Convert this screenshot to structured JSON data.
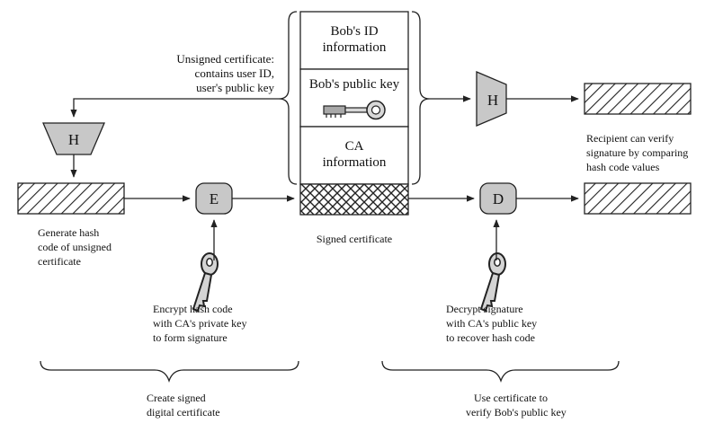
{
  "certificate": {
    "id_info": [
      "Bob's ID",
      "information"
    ],
    "public_key": "Bob's public key",
    "ca_info": [
      "CA",
      "information"
    ],
    "signed_label": "Signed certificate"
  },
  "unsigned_label": [
    "Unsigned certificate:",
    "contains user ID,",
    "user's public key"
  ],
  "hash_ops": {
    "left": "H",
    "right": "H"
  },
  "encrypt_op": "E",
  "decrypt_op": "D",
  "generate_label": [
    "Generate hash",
    "code of unsigned",
    "certificate"
  ],
  "encrypt_label": [
    "Encrypt hash code",
    "with CA's private key",
    "to form signature"
  ],
  "decrypt_label": [
    "Decrypt signature",
    "with CA's public key",
    "to recover hash code"
  ],
  "verify_label": [
    "Recipient can verify",
    "signature by comparing",
    "hash code values"
  ],
  "create_label": [
    "Create signed",
    "digital certificate"
  ],
  "use_label": [
    "Use certificate to",
    "verify Bob's public key"
  ],
  "colors": {
    "node_fill": "#c8c8c8",
    "stroke": "#222222",
    "background": "#ffffff"
  },
  "icons": [
    "key-icon"
  ]
}
